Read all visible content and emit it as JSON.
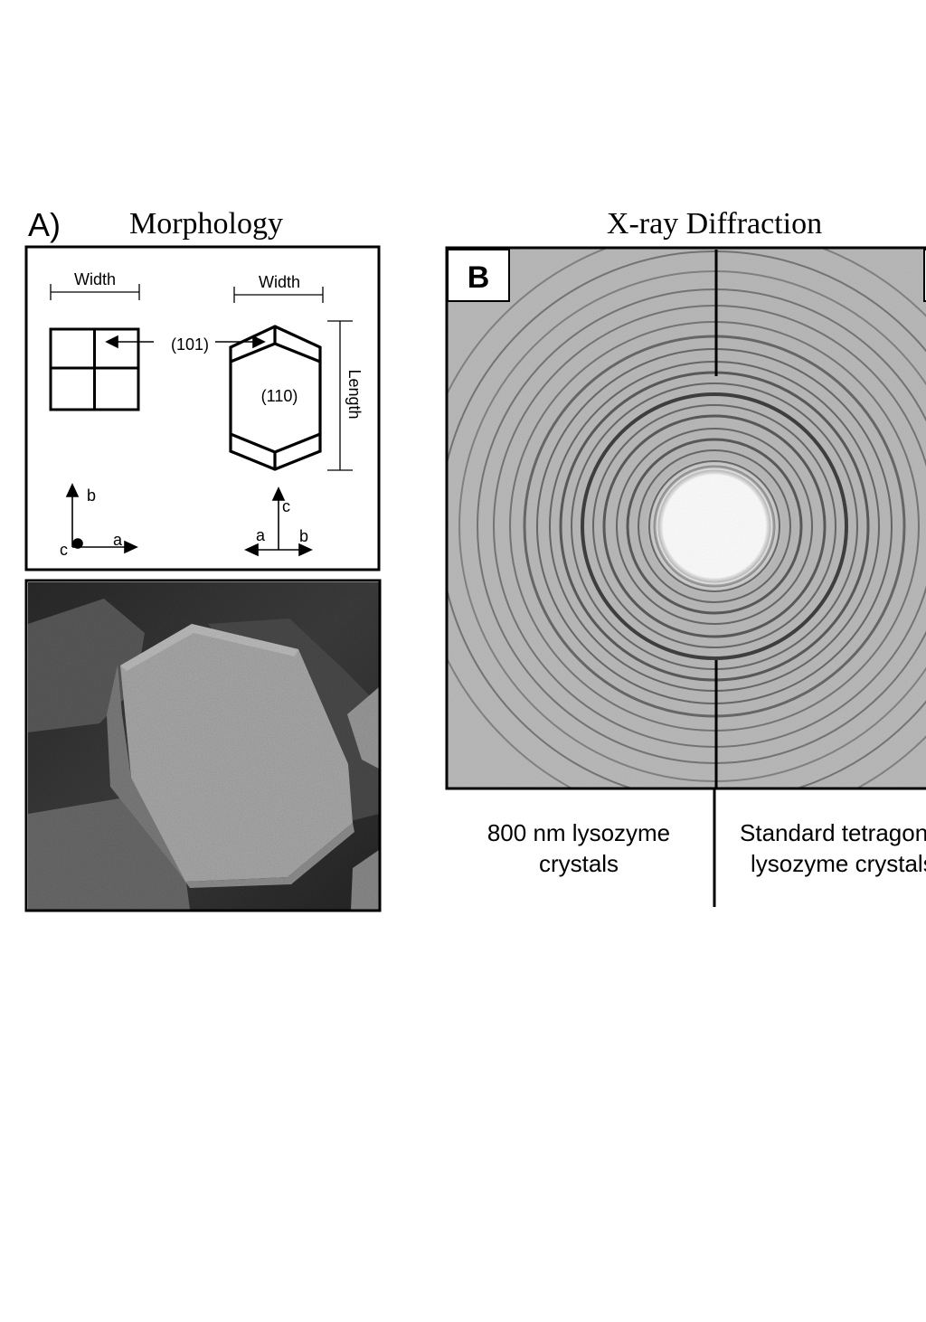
{
  "panel_a": {
    "letter": "A)",
    "title": "Morphology",
    "schematic": {
      "top_view_width_label": "Width",
      "side_view_width_label": "Width",
      "length_label": "Length",
      "face_101_label": "(101)",
      "face_110_label": "(110)",
      "axes_top_view": {
        "b": "b",
        "a": "a",
        "c": "c"
      },
      "axes_side_view": {
        "c": "c",
        "a": "a",
        "b": "b"
      }
    }
  },
  "panel_b": {
    "title": "X-ray Diffraction",
    "letter": "B",
    "left_caption_line1": "800 nm lysozyme",
    "left_caption_line2": "crystals",
    "right_caption_line1": "Standard tetragonal",
    "right_caption_line2": "lysozyme crystals"
  }
}
